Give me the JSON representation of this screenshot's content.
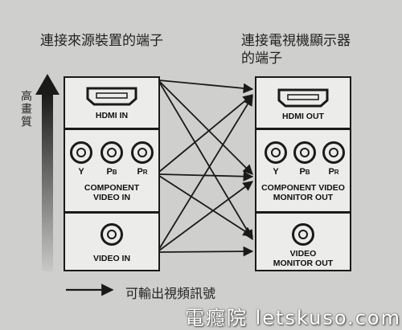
{
  "headers": {
    "source": "連接來源裝置的端子",
    "display": "連接電視機顯示器\n的端子"
  },
  "quality_axis_label": "高畫質",
  "inputs": {
    "hdmi": "HDMI IN",
    "component": "COMPONENT\nVIDEO IN",
    "video": "VIDEO IN"
  },
  "outputs": {
    "hdmi": "HDMI OUT",
    "component": "COMPONENT VIDEO\nMONITOR OUT",
    "video": "VIDEO\nMONITOR OUT"
  },
  "jack_labels": {
    "y": "Y",
    "pb_main": "P",
    "pb_sub": "B",
    "pr_main": "P",
    "pr_sub": "R"
  },
  "legend": "可輸出視頻訊號",
  "watermark": "電癮院 letskuso.com",
  "colors": {
    "line": "#1a1a1a",
    "box_fill": "#ececea",
    "background": "#cfcfcd"
  }
}
